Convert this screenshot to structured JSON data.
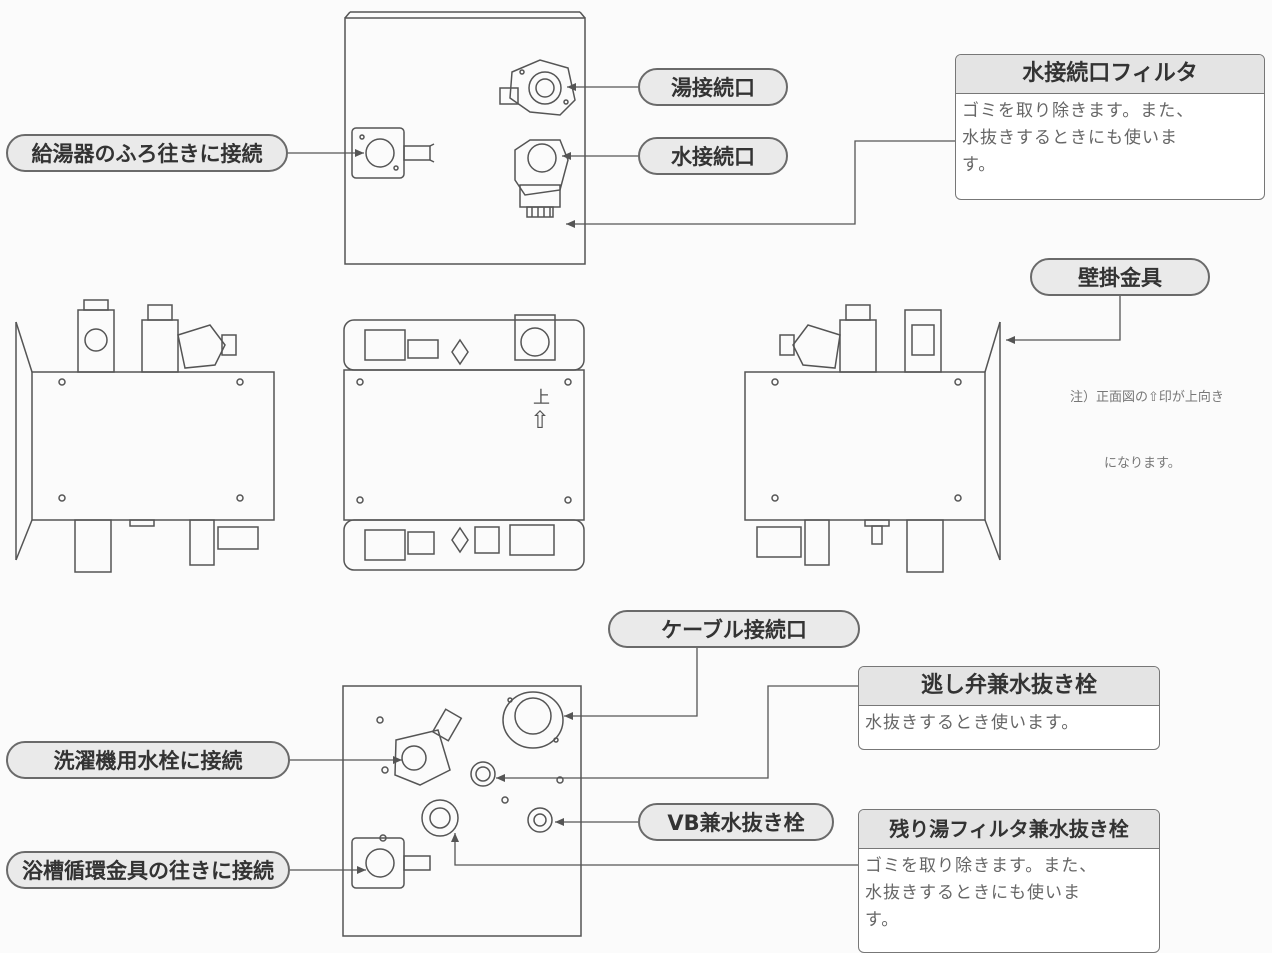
{
  "callouts": {
    "hot_water_port": "湯接続口",
    "cold_water_port": "水接続口",
    "heater_bath_out": "給湯器のふろ往きに接続",
    "wall_bracket": "壁掛金具",
    "cable_port": "ケーブル接続口",
    "washer_faucet": "洗濯機用水栓に接続",
    "vb_drain": "VB兼水抜き栓",
    "tub_fitting_out": "浴槽循環金具の往きに接続"
  },
  "boxes": {
    "water_filter": {
      "title": "水接続口フィルタ",
      "lines": [
        "ゴミを取り除きます。また、",
        "水抜きするときにも使いま",
        "す。"
      ]
    },
    "relief_valve": {
      "title": "逃し弁兼水抜き栓",
      "lines": [
        "水抜きするとき使います。"
      ]
    },
    "remaining_filter": {
      "title": "残り湯フィルタ兼水抜き栓",
      "lines": [
        "ゴミを取り除きます。また、",
        "水抜きするときにも使いま",
        "す。"
      ]
    }
  },
  "marks": {
    "up_label": "上",
    "up_arrow": "⇧"
  },
  "note": {
    "line1": "注）正面図の⇧印が上向き",
    "line2": "になります。"
  }
}
